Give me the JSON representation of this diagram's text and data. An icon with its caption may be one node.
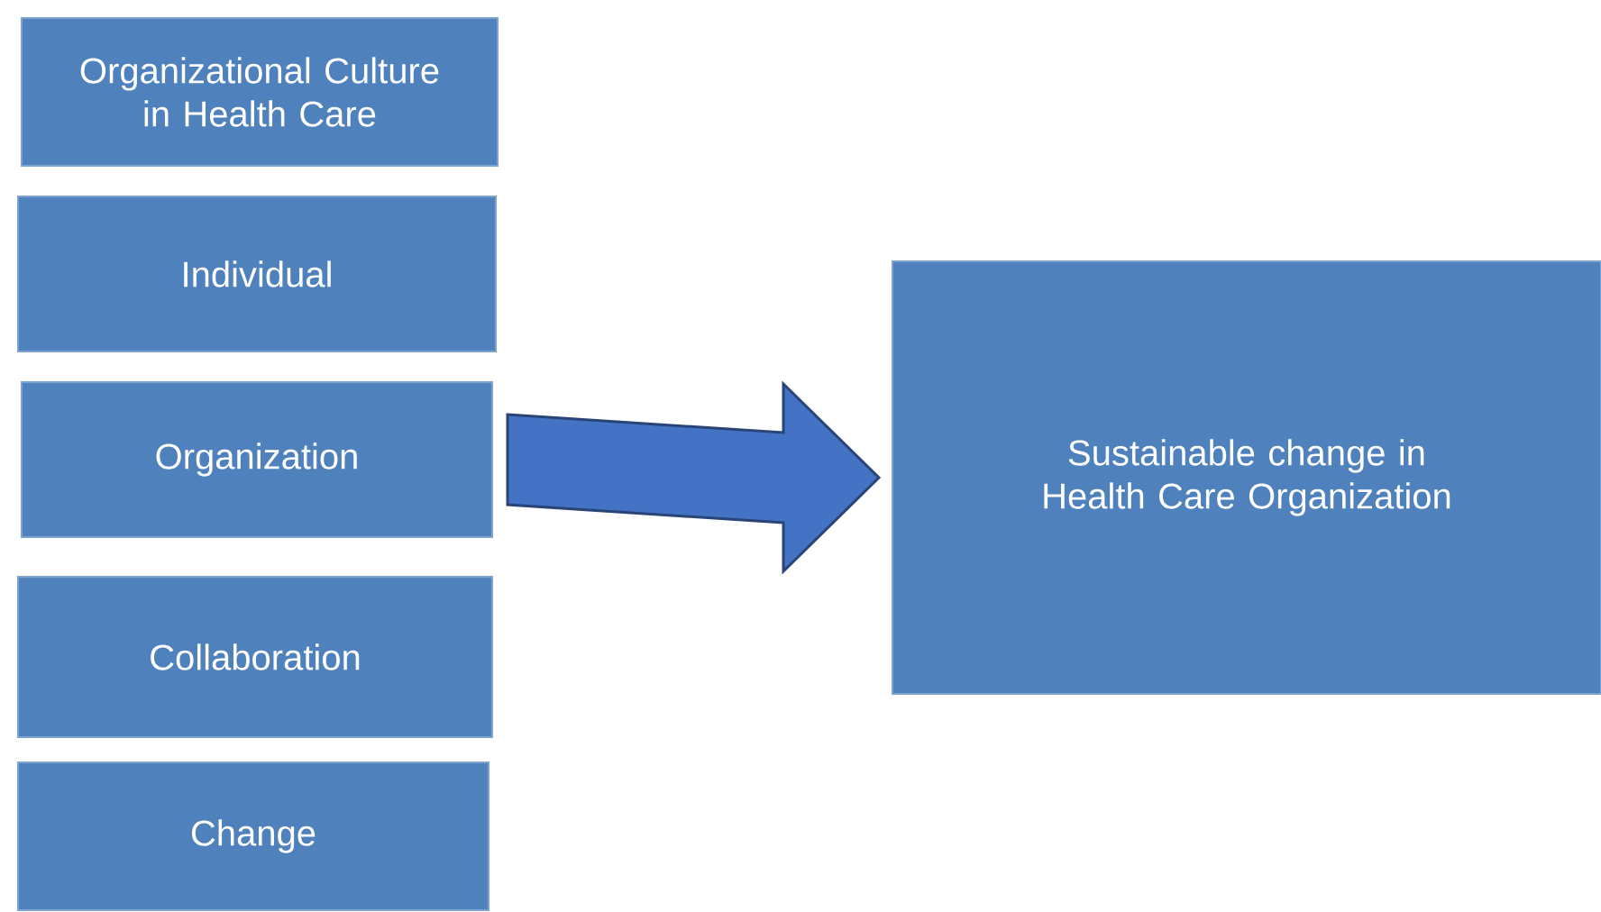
{
  "diagram": {
    "nodes": [
      {
        "text": [
          "Organizational Culture in Health Care"
        ]
      },
      {
        "text": [
          "Individual"
        ]
      },
      {
        "text": [
          "Organization"
        ]
      },
      {
        "text": [
          "Collaboration"
        ]
      },
      {
        "text": [
          "Change"
        ]
      },
      {
        "text": [
          "Sustainable change in Health Care Organization"
        ]
      }
    ],
    "edges": [
      {
        "from": 2,
        "to": 5,
        "arrow": "to",
        "style": "thick",
        "color": "#4472c4"
      }
    ]
  }
}
